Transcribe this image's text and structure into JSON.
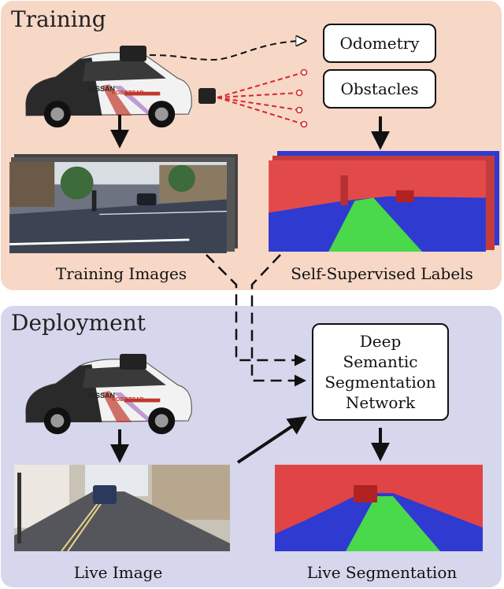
{
  "training": {
    "title": "Training",
    "outputs": [
      "Odometry",
      "Obstacles"
    ],
    "captions": {
      "images": "Training Images",
      "labels": "Self-Supervised Labels"
    }
  },
  "deployment": {
    "title": "Deployment",
    "network": [
      "Deep",
      "Semantic",
      "Segmentation",
      "Network"
    ],
    "captions": {
      "input": "Live Image",
      "output": "Live Segmentation"
    }
  },
  "car": {
    "brand": "NISSAN",
    "project": "ROBOTCAR"
  },
  "colors": {
    "training_bg": "#f7d7c6",
    "deployment_bg": "#d6d6ec",
    "obstacle_red": "#d8262a",
    "road_green": "#3fdc3f",
    "ground_blue": "#2a35c8"
  }
}
